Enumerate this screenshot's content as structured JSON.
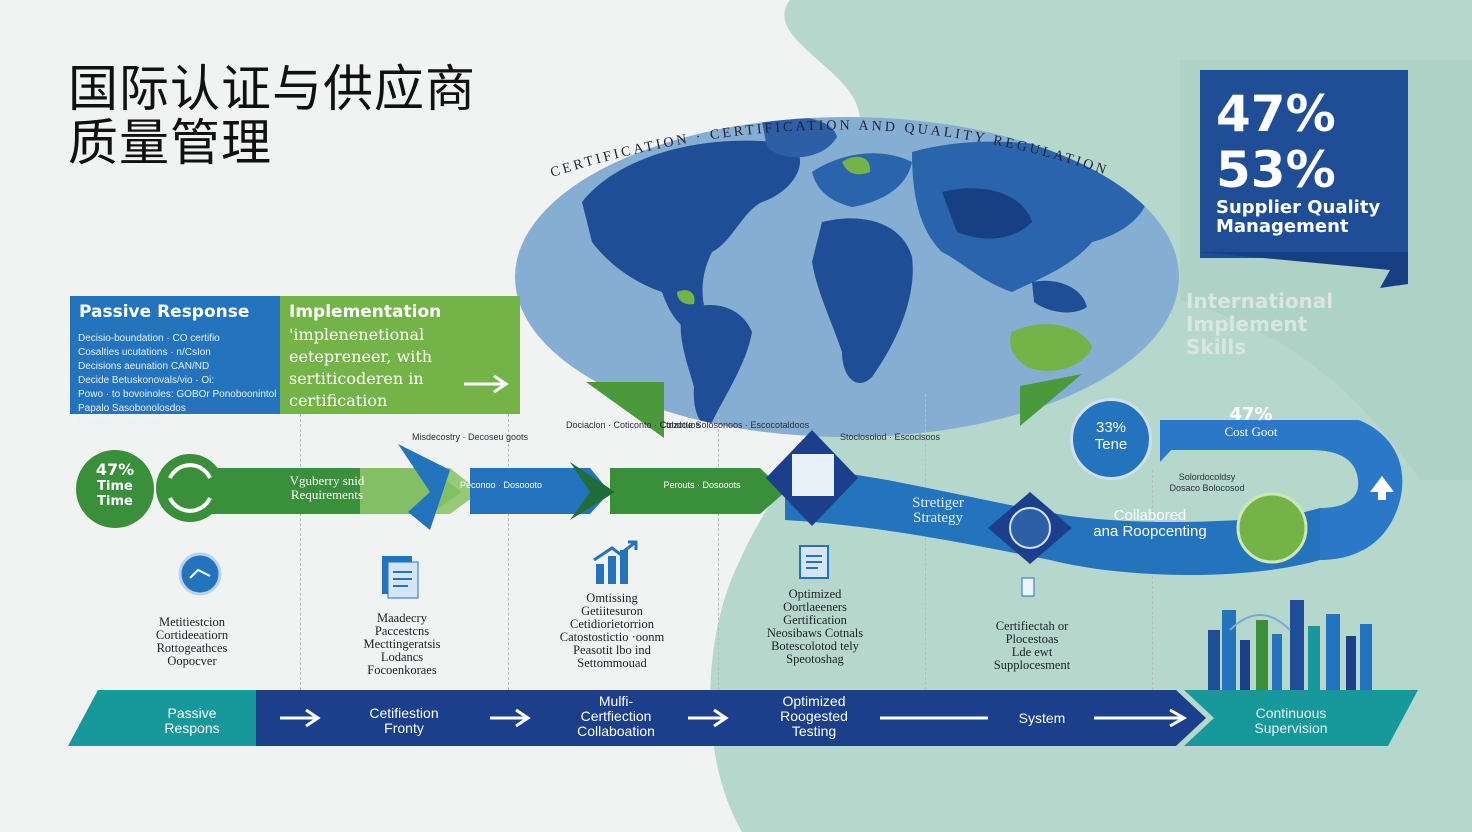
{
  "title": {
    "line1": "国际认证与供应商",
    "line2": "质量管理"
  },
  "map": {
    "arc_text": "CERTIFICATION · CERTIFICATION AND QUALITY REGULATION"
  },
  "stat_badge": {
    "value1": "47%",
    "value2": "53%",
    "label_line1": "Supplier Quality",
    "label_line2": "Management"
  },
  "international": {
    "line1": "International",
    "line2": "Implement",
    "line3": "Skills"
  },
  "panels": {
    "passive": {
      "header": "Passive Response",
      "lines": [
        "Decisio-boundation · CO certifio",
        "Cosalties ucutations · n/CsIon",
        "Decisions aeunation CAN/ND",
        "Decide Betuskonovals/vio · Oi:",
        "Powo · to bovoinoles: GOBOr Ponoboonintol",
        "Papalo Sasobonolosdos",
        "Desobos GoBotob"
      ]
    },
    "impl": {
      "header": "Implementation",
      "lines": [
        "'implenenetional",
        "eetepreneer, with",
        "sertiticoderen in",
        "certification"
      ]
    }
  },
  "flow": {
    "start_badge": {
      "percent": "47%",
      "line1": "Time",
      "line2": "Time"
    },
    "req_label": {
      "line1": "Vguberry snid",
      "line2": "Requirements"
    },
    "arrow_labels": [
      "Misdecostry · Decoseu goots",
      "Peconoo · Dosoooto",
      "Dociaclon · Coticonto · Ctozotuos",
      "Cobdcle Solosonoos · Escocotaldoos",
      "Perouts · Dosooots",
      "Stoclosolod · Escoclsoos"
    ],
    "coord": {
      "line1": "Stretiger",
      "line2": "Strategy"
    },
    "collab": {
      "line1": "Collabored",
      "line2": "ana Roopcenting"
    },
    "bubble": {
      "line1": "33%",
      "line2": "Tene"
    },
    "curve": {
      "line1": "47%",
      "line2": "Cost Goot"
    },
    "sub_note": {
      "line1": "Solordocoldsy",
      "line2": "Dosaco Bolocosod"
    }
  },
  "steps": [
    {
      "lines": [
        "Metitiestcion",
        "Cortideeatiorn",
        "Rottogeathces",
        "Oopocver"
      ]
    },
    {
      "lines": [
        "Maadecry",
        "Paccestcns",
        "Mecttingeratsis",
        "Lodancs",
        "Focoenkoraes"
      ]
    },
    {
      "lines": [
        "Omtissing",
        "Getiitesuron",
        "Cetidiorietorrion",
        "Catostostictio ·oonm",
        "Peasotit lbo ind",
        "Settommouad"
      ]
    },
    {
      "lines": [
        "Optimized",
        "Oortlaeeners",
        "Gertification",
        "Neosibaws Cotnals",
        "Botescolotod tely",
        "Speotoshag"
      ]
    },
    {
      "lines": [
        "Certifiectah or",
        "Plocestoas",
        "Lde ewt",
        "Supplocesment"
      ]
    }
  ],
  "band": {
    "items": [
      {
        "line1": "Passive",
        "line2": "Respons"
      },
      {
        "line1": "Cetifiestion",
        "line2": "Fronty"
      },
      {
        "line1": "Mulfi-",
        "line2": "Certfiection",
        "line3": "Collaboation"
      },
      {
        "line1": "Optimized",
        "line2": "Roogested",
        "line3": "Testing"
      },
      {
        "line1": "System"
      },
      {
        "line1": "Continuous",
        "line2": "Supervision"
      }
    ]
  },
  "colors": {
    "navy": "#1b3f8a",
    "blue": "#2473bd",
    "teal": "#17999b",
    "green": "#74b348",
    "dark_green": "#3a8f3a",
    "mint": "#b6d8cc"
  }
}
